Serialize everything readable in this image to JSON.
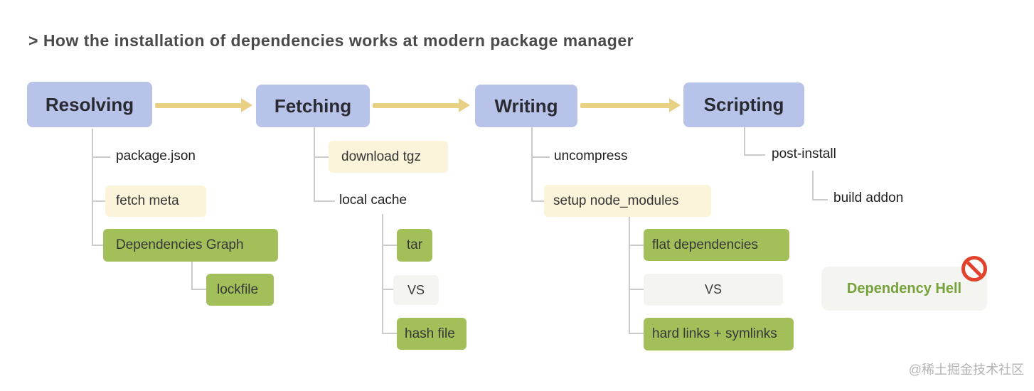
{
  "title": "> How the installation of dependencies works at modern package manager",
  "watermark": "@稀土掘金技术社区",
  "stages": [
    {
      "label": "Resolving"
    },
    {
      "label": "Fetching"
    },
    {
      "label": "Writing"
    },
    {
      "label": "Scripting"
    }
  ],
  "nodes": {
    "package_json": "package.json",
    "fetch_meta": "fetch meta",
    "dependencies_graph": "Dependencies Graph",
    "lockfile": "lockfile",
    "download_tgz": "download tgz",
    "local_cache": "local cache",
    "tar": "tar",
    "vs_fetching": "VS",
    "hash_file": "hash file",
    "uncompress": "uncompress",
    "setup_node_modules": "setup node_modules",
    "flat_dependencies": "flat dependencies",
    "vs_writing": "VS",
    "hard_links_symlinks": "hard links + symlinks",
    "post_install": "post-install",
    "build_addon": "build addon",
    "dependency_hell": "Dependency Hell"
  },
  "icons": {
    "no_entry": "prohibition-sign"
  },
  "colors": {
    "stage_bg": "#b7c3e9",
    "arrow": "#e8d085",
    "green": "#a2bf5a",
    "cream": "#fbf3da",
    "gray": "#f4f4f1",
    "hell_text": "#76a23a",
    "no_entry": "#e2422b",
    "line": "#cbcbcb"
  }
}
